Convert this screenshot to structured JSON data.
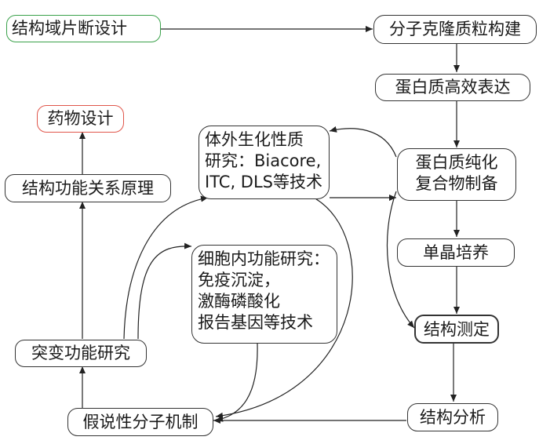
{
  "colors": {
    "start_border": "#3aa14a",
    "goal_border": "#e0554a",
    "default_border": "#333333",
    "arrow": "#222222"
  },
  "nodes": {
    "structure_design": "结构域片断设计",
    "cloning": "分子克隆质粒构建",
    "expression": "蛋白质高效表达",
    "purification": [
      "蛋白质纯化",
      "复合物制备"
    ],
    "crystal": "单晶培养",
    "structure_determination": "结构测定",
    "structure_analysis": "结构分析",
    "hypothesis": "假说性分子机制",
    "mutation": "突变功能研究",
    "structure_function": "结构功能关系原理",
    "drug_design": "药物设计",
    "in_vitro": [
      "体外生化性质",
      "研究：Biacore,",
      "ITC, DLS等技术"
    ],
    "in_vivo": [
      "细胞内功能研究：",
      "免疫沉淀，",
      "激酶磷酸化",
      "报告基因等技术"
    ]
  }
}
